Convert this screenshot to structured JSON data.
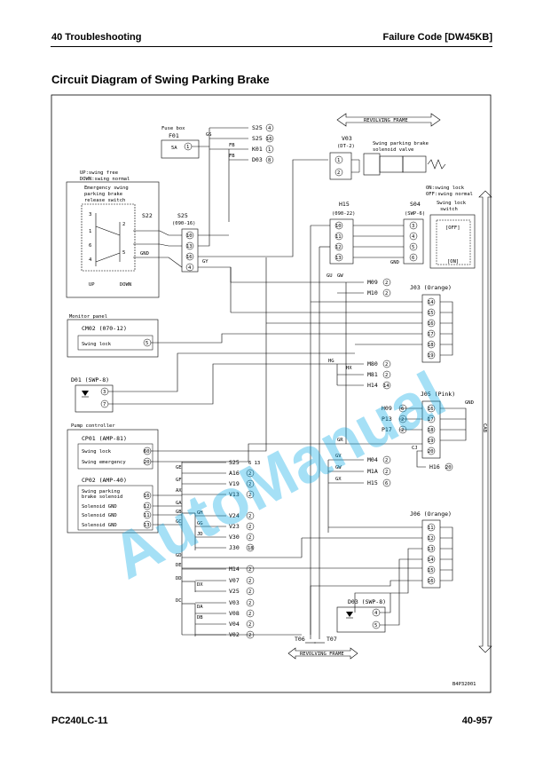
{
  "header": {
    "section": "40 Troubleshooting",
    "failure_code": "Failure Code [DW45KB]"
  },
  "page_title": "Circuit Diagram of Swing Parking Brake",
  "footer": {
    "model": "PC240LC-11",
    "page": "40-957"
  },
  "watermark": "AutoManual",
  "diagram": {
    "figure_id": "B4P32001",
    "revolving_frame": "REVOLVING FRAME",
    "revolving_frame_bottom": "REVOLVING FRAME",
    "cab": "CAB",
    "gnd": "GND",
    "fuse_box": {
      "label1": "Fuse box",
      "label2": "F01",
      "pin": "5A",
      "pin_num": "1"
    },
    "fuse_out": [
      {
        "wire": "GS",
        "ref": "S25",
        "pin": "4"
      },
      {
        "wire": "",
        "ref": "S25",
        "pin": "16"
      },
      {
        "wire": "FB",
        "ref": "K01",
        "pin": "1"
      },
      {
        "wire": "FB",
        "ref": "D03",
        "pin": "8"
      }
    ],
    "switch_emerg": {
      "mode1": "UP:swing free",
      "mode2": "DOWN:swing normal",
      "l1": "Emergency swing",
      "l2": "parking brake",
      "l3": "release switch",
      "connector": "S22",
      "up": "UP",
      "down": "DOWN",
      "pins": [
        "3",
        "1",
        "6",
        "4",
        "2",
        "5"
      ]
    },
    "s25": {
      "name": "S25",
      "sub": "(090-16)",
      "pins": [
        "10",
        "13",
        "16",
        "4"
      ],
      "wire": "GY"
    },
    "v03": {
      "name": "V03",
      "sub": "(DT-2)",
      "l1": "Swing parking brake",
      "l2": "solenoid valve",
      "pins": [
        "1",
        "2"
      ]
    },
    "h15": {
      "name": "H15",
      "sub": "(090-22)",
      "pins": [
        "10",
        "11",
        "12",
        "13"
      ]
    },
    "s04": {
      "name": "S04",
      "sub": "(SWP-6)",
      "on": "ON:swing lock",
      "off": "OFF:swing normal",
      "l1": "Swing lock",
      "l2": "switch",
      "pins": [
        "3",
        "4",
        "5",
        "6"
      ],
      "off_lbl": "[OFF]",
      "on_lbl": "[ON]"
    },
    "gw": [
      {
        "w": "GU",
        "ref": "M09",
        "pin": "2"
      },
      {
        "w": "GW",
        "ref": "M10",
        "pin": "2"
      }
    ],
    "j03": {
      "name": "J03 (Orange)",
      "pins": [
        "14",
        "15",
        "16",
        "17",
        "18",
        "19"
      ]
    },
    "monitor": {
      "title": "Monitor panel",
      "name": "CM02 (070-12)",
      "row": "Swing lock",
      "pin": "5"
    },
    "d01": {
      "name": "D01 (SWP-8)",
      "pins": [
        "3",
        "7"
      ]
    },
    "hg": [
      {
        "w": "HG",
        "ref": "M80",
        "pin": "2"
      },
      {
        "w": "HX",
        "ref": "M81",
        "pin": "2"
      },
      {
        "w": "",
        "ref": "H14",
        "pin": "14"
      }
    ],
    "j05": {
      "name": "J05 (Pink)",
      "pins": [
        "16",
        "17",
        "18",
        "19",
        "20"
      ],
      "refs": [
        {
          "ref": "H09",
          "pin": "6"
        },
        {
          "ref": "P13",
          "pin": "2"
        },
        {
          "ref": "P17",
          "pin": "2"
        }
      ],
      "cj": "CJ",
      "h16": {
        "ref": "H16",
        "pin": "20"
      }
    },
    "pump": {
      "title": "Pump controller",
      "name": "CP01 (AMP-81)",
      "rows": [
        {
          "t": "Swing lock",
          "p": "60"
        },
        {
          "t": "Swing emergency",
          "p": "20"
        }
      ]
    },
    "cp02": {
      "name": "CP02 (AMP-40)",
      "rows": [
        {
          "t": "Swing parking",
          "p": "16"
        },
        {
          "t": "brake solenoid",
          "p": ""
        },
        {
          "t": "Solenoid GND",
          "p": "12"
        },
        {
          "t": "Solenoid GND",
          "p": "11"
        },
        {
          "t": "Solenoid GND",
          "p": "13"
        }
      ]
    },
    "gr": "GR",
    "gv": [
      {
        "w": "GV",
        "ref": "M04",
        "pin": "2"
      },
      {
        "w": "GW",
        "ref": "M1A",
        "pin": "2"
      },
      {
        "w": "GX",
        "ref": "H15",
        "pin": "6"
      }
    ],
    "left_refs": [
      {
        "w": "GE",
        "ref": "S25",
        "pin": "6 13"
      },
      {
        "w": "",
        "ref": "A16",
        "pin": "2"
      },
      {
        "w": "GF",
        "ref": "V19",
        "pin": "2"
      },
      {
        "w": "AX",
        "ref": "V13",
        "pin": "2"
      },
      {
        "w": "GH",
        "ref": "V24",
        "pin": "2"
      },
      {
        "w": "GG",
        "ref": "V23",
        "pin": "2"
      },
      {
        "w": "JD",
        "ref": "V30",
        "pin": "2"
      },
      {
        "w": "",
        "ref": "J30",
        "pin": "18"
      },
      {
        "w": "DE",
        "ref": "M14",
        "pin": "2"
      },
      {
        "w": "DX",
        "ref": "V07",
        "pin": "2"
      },
      {
        "w": "",
        "ref": "V25",
        "pin": "2"
      },
      {
        "w": "DA",
        "ref": "V03",
        "pin": "2"
      },
      {
        "w": "DB",
        "ref": "V08",
        "pin": "2"
      },
      {
        "w": "",
        "ref": "V04",
        "pin": "2"
      },
      {
        "w": "",
        "ref": "V02",
        "pin": "2"
      }
    ],
    "j06": {
      "name": "J06 (Orange)",
      "pins": [
        "11",
        "12",
        "13",
        "14",
        "15",
        "16"
      ]
    },
    "d03": {
      "name": "D03 (SWP-8)",
      "pins": [
        "4",
        "5"
      ]
    },
    "t06": "T06",
    "t07": "T07",
    "wire_g": [
      "GA",
      "GB",
      "GC",
      "GD",
      "DD",
      "DC"
    ]
  }
}
